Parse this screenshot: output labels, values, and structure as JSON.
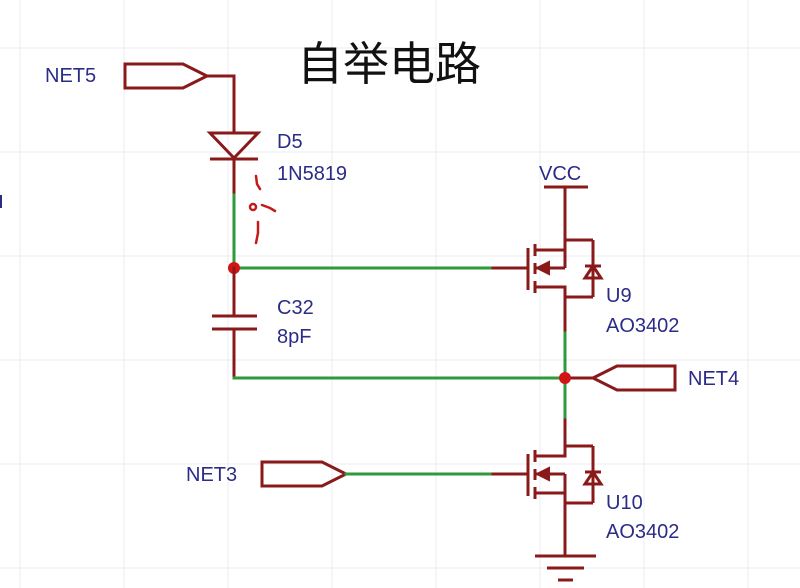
{
  "title": "自举电路",
  "nets": {
    "net5": "NET5",
    "net4": "NET4",
    "net3": "NET3",
    "vcc": "VCC"
  },
  "diode": {
    "ref": "D5",
    "part": "1N5819"
  },
  "capacitor": {
    "ref": "C32",
    "value": "8pF"
  },
  "mosfet_high": {
    "ref": "U9",
    "part": "AO3402"
  },
  "mosfet_low": {
    "ref": "U10",
    "part": "AO3402"
  },
  "colors": {
    "wire": "#2e9a3a",
    "component": "#8a1a1a",
    "label": "#2b2b88",
    "junction": "#d21414",
    "grid": "#ececf2"
  }
}
